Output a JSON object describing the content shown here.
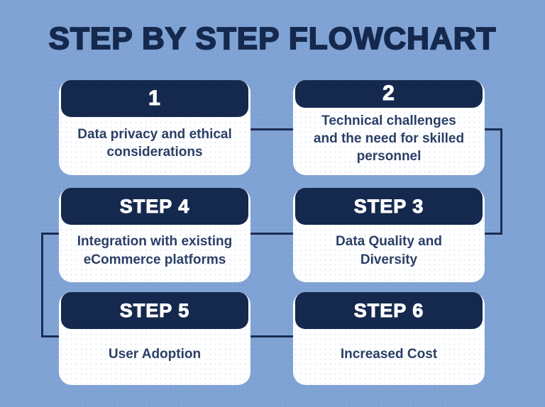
{
  "page": {
    "title": "STEP BY STEP FLOWCHART",
    "background_color": "#7FA2D4",
    "accent_color": "#15294E",
    "card_color": "#FFFFFF",
    "body_text_color": "#2B3F66",
    "connector_color": "#1B2D52"
  },
  "flowchart": {
    "steps": [
      {
        "header": "1",
        "body": "Data privacy and ethical considerations"
      },
      {
        "header": "2",
        "body": "Technical challenges and the need for skilled personnel"
      },
      {
        "header": "STEP 3",
        "body": "Data Quality and Diversity"
      },
      {
        "header": "STEP 4",
        "body": "Integration with existing eCommerce platforms"
      },
      {
        "header": "STEP 5",
        "body": "User Adoption"
      },
      {
        "header": "STEP 6",
        "body": "Increased Cost"
      }
    ],
    "connections": [
      "1 → 2",
      "2 → 3",
      "3 → 4",
      "4 → 5",
      "5 → 6"
    ]
  }
}
